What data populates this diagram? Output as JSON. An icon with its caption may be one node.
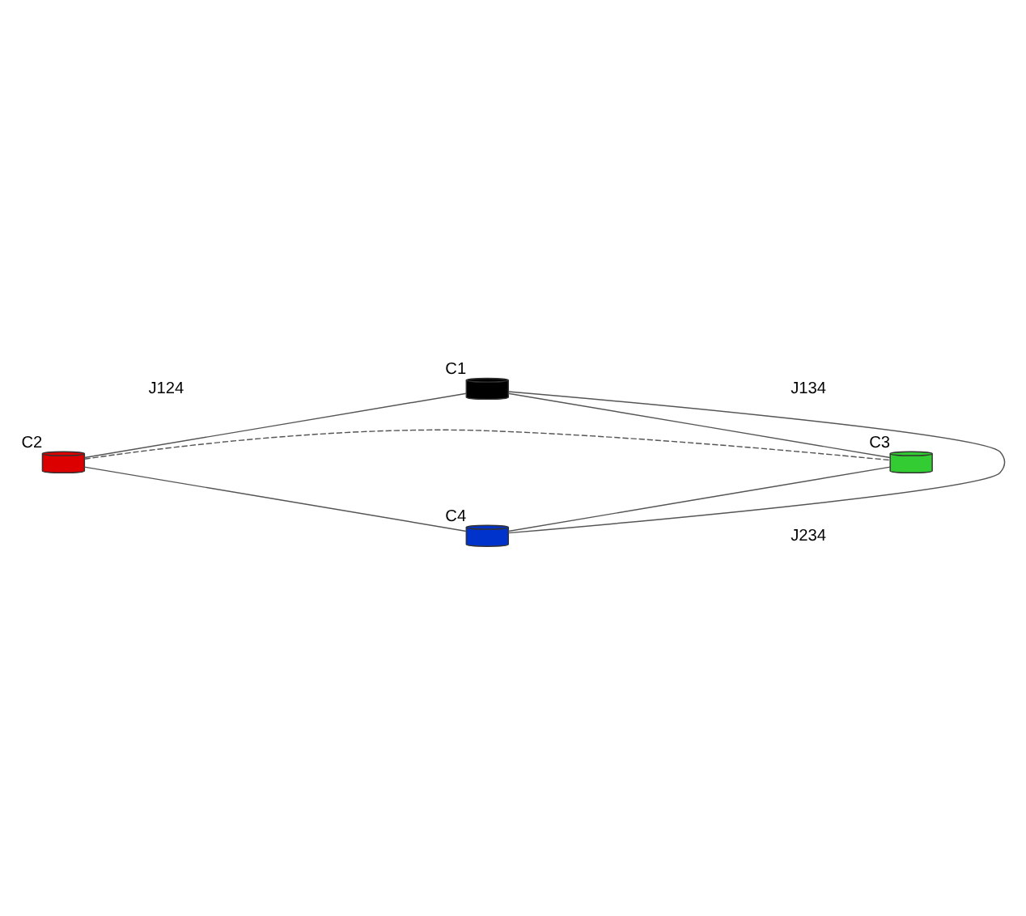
{
  "diagram": {
    "nodes": [
      {
        "text": [
          "C1"
        ]
      },
      {
        "text": [
          "C2"
        ]
      },
      {
        "text": [
          "C3"
        ]
      },
      {
        "text": [
          "C4"
        ]
      }
    ],
    "edges": [
      {
        "from": 0,
        "to": 1,
        "arrow": "none"
      },
      {
        "from": 0,
        "to": 2,
        "arrow": "none"
      },
      {
        "from": 0,
        "to": 3,
        "arrow": "none"
      },
      {
        "from": 1,
        "to": 2,
        "arrow": "none",
        "style": "dashed"
      },
      {
        "from": 1,
        "to": 3,
        "arrow": "none"
      },
      {
        "from": 2,
        "to": 3,
        "arrow": "none"
      }
    ],
    "labels": [
      "J124",
      "J134",
      "J234"
    ]
  }
}
